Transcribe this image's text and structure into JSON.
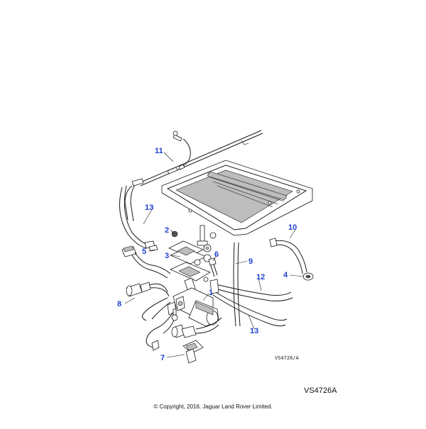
{
  "diagram": {
    "callouts": [
      {
        "id": "c1",
        "label": "1"
      },
      {
        "id": "c2",
        "label": "2"
      },
      {
        "id": "c3",
        "label": "3"
      },
      {
        "id": "c4",
        "label": "4"
      },
      {
        "id": "c5",
        "label": "5"
      },
      {
        "id": "c6",
        "label": "6"
      },
      {
        "id": "c7",
        "label": "7"
      },
      {
        "id": "c8",
        "label": "8"
      },
      {
        "id": "c9",
        "label": "9"
      },
      {
        "id": "c10",
        "label": "10"
      },
      {
        "id": "c11",
        "label": "11"
      },
      {
        "id": "c12",
        "label": "12"
      },
      {
        "id": "c13a",
        "label": "13"
      },
      {
        "id": "c13b",
        "label": "13"
      }
    ],
    "drawing_ref": "VS4726/A",
    "figure_ref": "VS4726A",
    "copyright": "© Copyright, 2016. Jaguar Land Rover Limited.",
    "callout_color": "#1f3fd1"
  }
}
